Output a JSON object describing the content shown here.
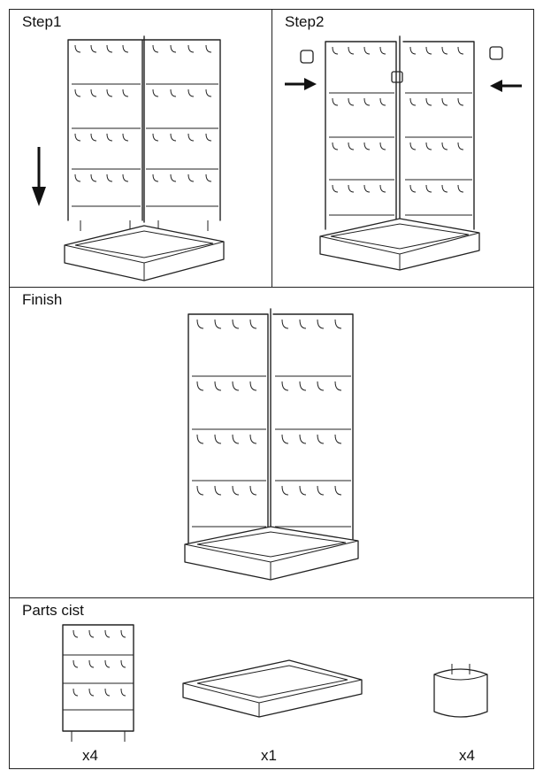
{
  "steps": {
    "step1": {
      "title": "Step1"
    },
    "step2": {
      "title": "Step2"
    }
  },
  "finish": {
    "title": "Finish"
  },
  "parts": {
    "title": "Parts cist",
    "rack_panel_qty": "x4",
    "base_tray_qty": "x1",
    "connector_clip_qty": "x4"
  },
  "colors": {
    "line": "#222222",
    "background": "#ffffff"
  },
  "icons": [
    "down-arrow-icon",
    "right-arrow-icon",
    "left-arrow-icon"
  ]
}
